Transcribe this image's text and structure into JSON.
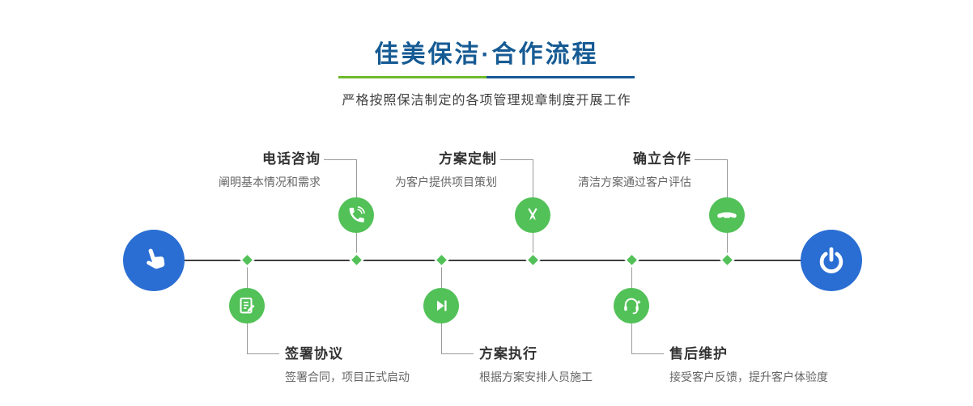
{
  "header": {
    "title": "佳美保洁·合作流程",
    "subtitle": "严格按照保洁制定的各项管理规章制度开展工作"
  },
  "timeline": {
    "start": {
      "icon": "hand-pointer-icon"
    },
    "end": {
      "icon": "power-icon"
    },
    "steps_top": [
      {
        "label": "电话咨询",
        "desc": "阐明基本情况和需求",
        "icon": "phone-icon"
      },
      {
        "label": "方案定制",
        "desc": "为客户提供项目策划",
        "icon": "design-pencils-icon"
      },
      {
        "label": "确立合作",
        "desc": "清洁方案通过客户评估",
        "icon": "handshake-icon"
      }
    ],
    "steps_bottom": [
      {
        "label": "签署协议",
        "desc": "签署合同，项目正式启动",
        "icon": "contract-icon"
      },
      {
        "label": "方案执行",
        "desc": "根据方案安排人员施工",
        "icon": "play-icon"
      },
      {
        "label": "售后维护",
        "desc": "接受客户反馈，提升客户体验度",
        "icon": "headset-icon"
      }
    ]
  },
  "colors": {
    "title_blue": "#165b94",
    "divider_green": "#6fb92c",
    "node_green": "#52c158",
    "endpoint_blue": "#2a6ed3",
    "axis_gray": "#3f3f3f"
  }
}
